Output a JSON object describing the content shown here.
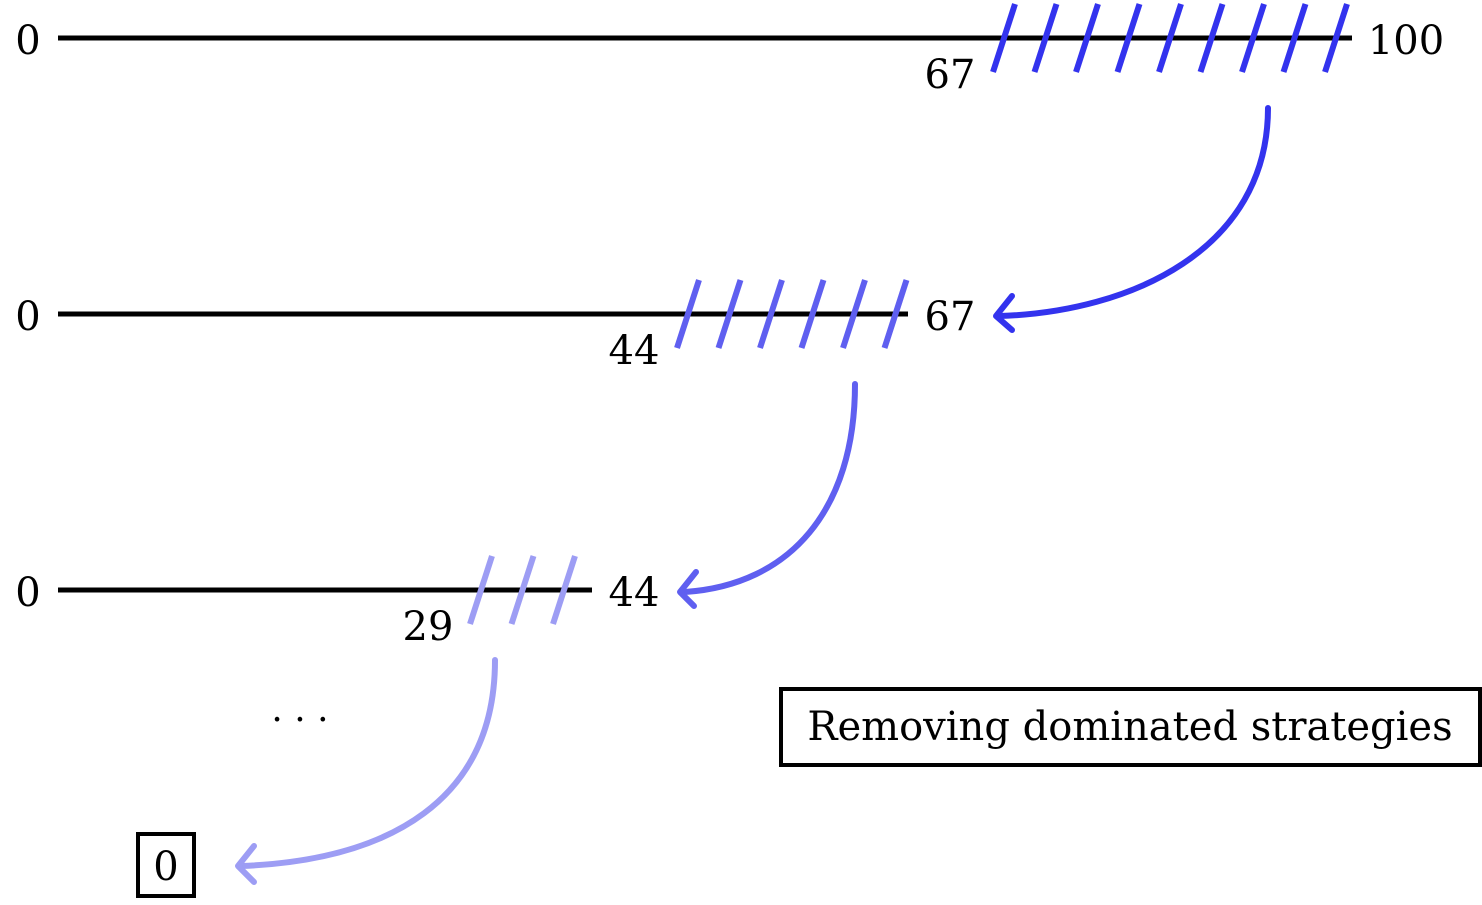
{
  "rows": [
    {
      "left_label": "0",
      "cut_label": "67",
      "right_label": "100",
      "hatch_color": "#3333ee",
      "hatch_count": 9
    },
    {
      "left_label": "0",
      "cut_label": "44",
      "right_label": "67",
      "hatch_color": "#5f5ff0",
      "hatch_count": 6
    },
    {
      "left_label": "0",
      "cut_label": "29",
      "right_label": "44",
      "hatch_color": "#9d9df4",
      "hatch_count": 3
    }
  ],
  "arrows": [
    {
      "color": "#3333ee"
    },
    {
      "color": "#5f5ff0"
    },
    {
      "color": "#9d9df4"
    }
  ],
  "ellipsis": "· · ·",
  "final_label": "0",
  "caption": "Removing dominated strategies"
}
